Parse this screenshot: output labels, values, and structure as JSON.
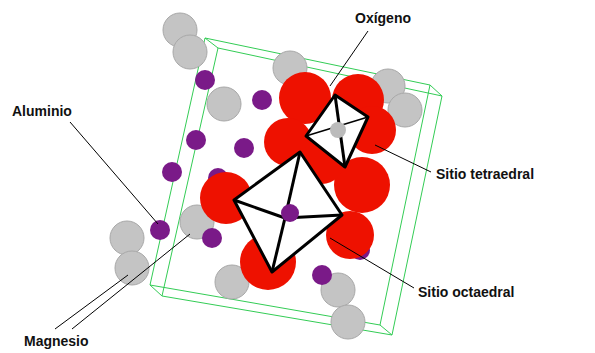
{
  "diagram": {
    "labels": [
      "Oxígeno",
      "Aluminio",
      "Sitio tetraedral",
      "Sitio octaedral",
      "Magnesio"
    ]
  }
}
